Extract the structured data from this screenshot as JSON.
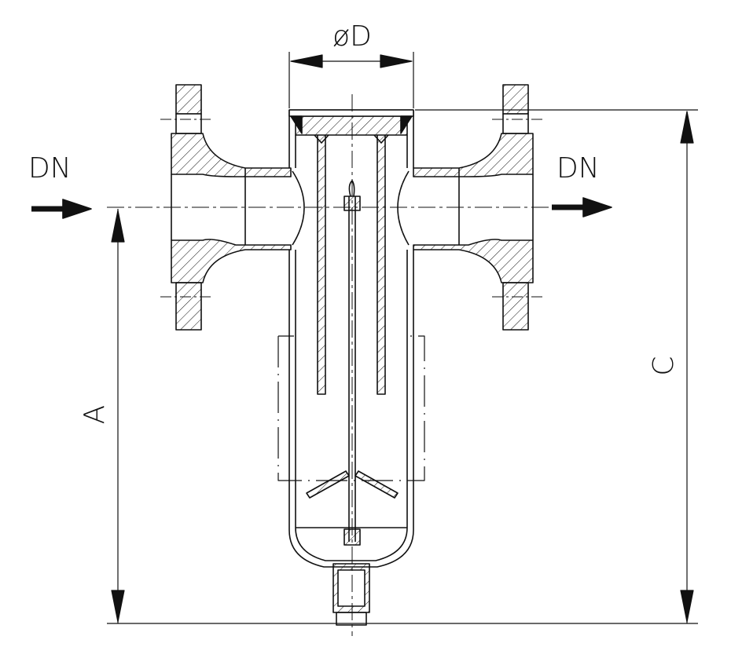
{
  "labels": {
    "diameter": "øD",
    "inlet": "DN",
    "outlet": "DN",
    "dim_a": "A",
    "dim_c": "C"
  },
  "colors": {
    "stroke": "#111111",
    "background": "#ffffff"
  }
}
